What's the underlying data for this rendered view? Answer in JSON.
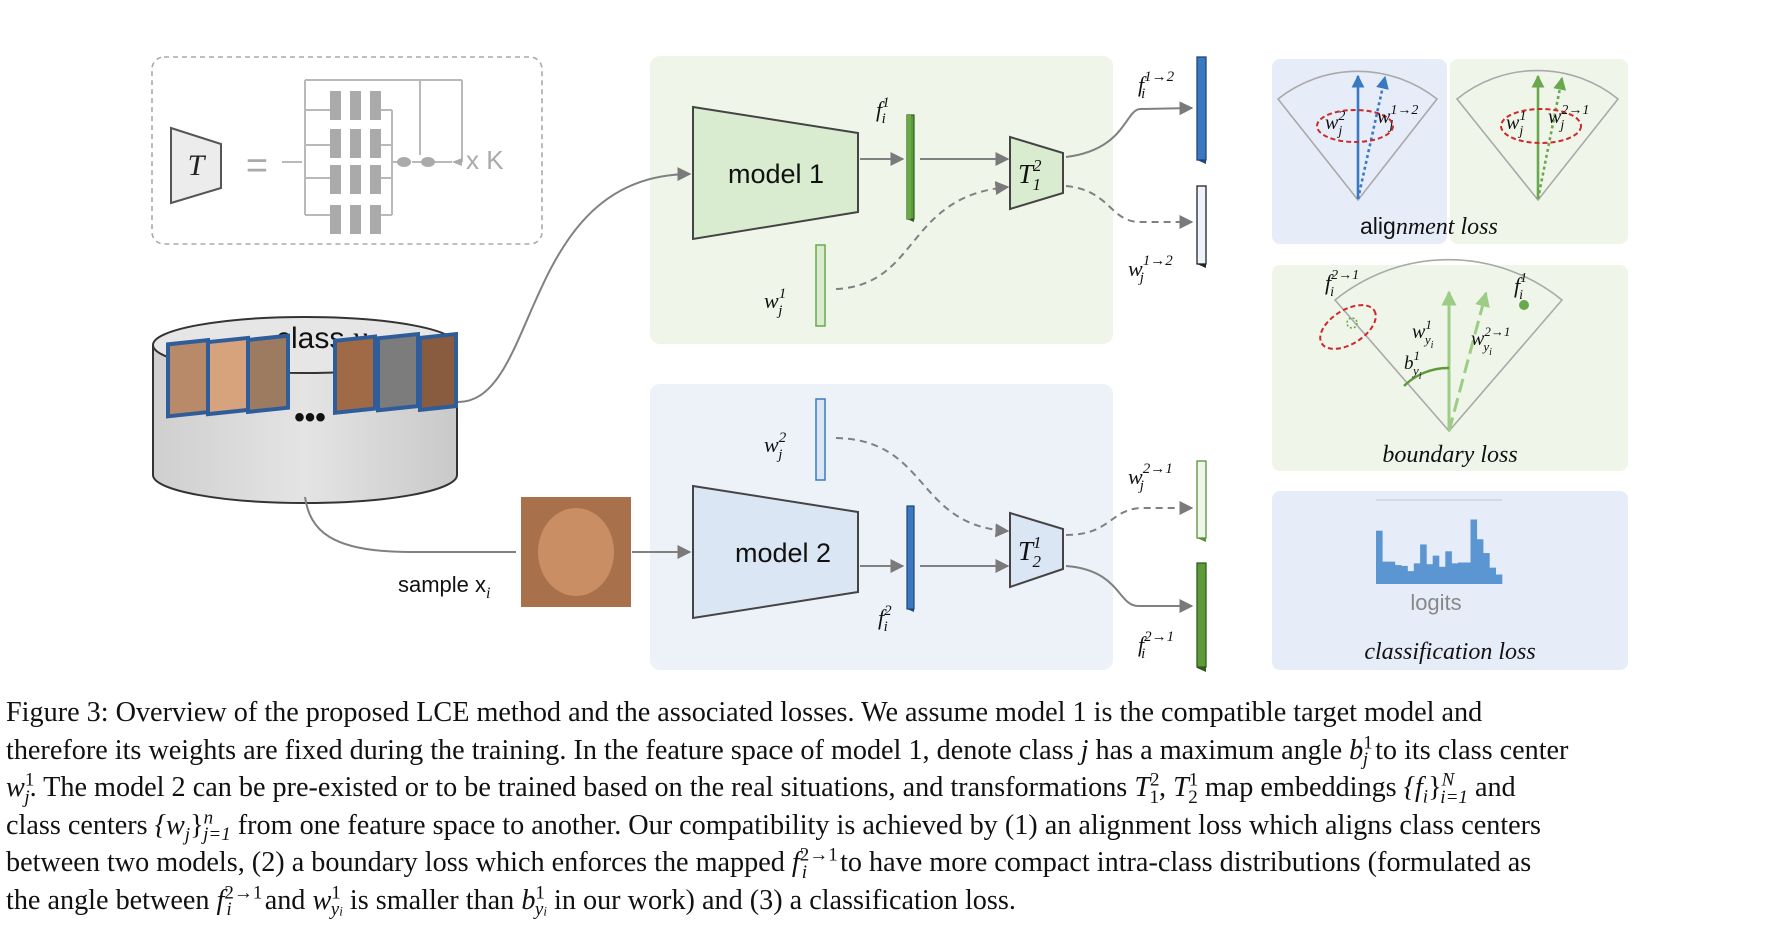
{
  "figure": {
    "legend_box": {
      "symbol": "T",
      "equals": "=",
      "repeat": "x K"
    },
    "dataset": {
      "label_prefix": "class ",
      "label_var": "y",
      "label_sub": "i",
      "ellipsis": "•••"
    },
    "sample": {
      "label_prefix": "sample x",
      "label_sub": "i"
    },
    "model1": {
      "label": "model 1",
      "feature": "f",
      "feature_sub": "i",
      "feature_sup": "1",
      "weight": "w",
      "weight_sub": "j",
      "weight_sup": "1",
      "transform": "T",
      "transform_sub": "1",
      "transform_sup": "2"
    },
    "model2": {
      "label": "model 2",
      "feature": "f",
      "feature_sub": "i",
      "feature_sup": "2",
      "weight": "w",
      "weight_sub": "j",
      "weight_sup": "2",
      "transform": "T",
      "transform_sub": "2",
      "transform_sup": "1"
    },
    "outputs": {
      "f12": {
        "base": "f",
        "sub": "i",
        "sup": "1→2"
      },
      "w12": {
        "base": "w",
        "sub": "j",
        "sup": "1→2"
      },
      "w21": {
        "base": "w",
        "sub": "j",
        "sup": "2→1"
      },
      "f21": {
        "base": "f",
        "sub": "i",
        "sup": "2→1"
      }
    },
    "alignment_panel": {
      "left_a": {
        "base": "w",
        "sub": "j",
        "sup": "2"
      },
      "left_b": {
        "base": "w",
        "sub": "j",
        "sup": "1→2"
      },
      "right_a": {
        "base": "w",
        "sub": "j",
        "sup": "1"
      },
      "right_b": {
        "base": "w",
        "sub": "j",
        "sup": "2→1"
      },
      "caption_a": "alig",
      "caption_b": "nment loss"
    },
    "boundary_panel": {
      "f21": {
        "base": "f",
        "sub": "i",
        "sup": "2→1"
      },
      "f1": {
        "base": "f",
        "sub": "i",
        "sup": "1"
      },
      "wy1": {
        "base": "w",
        "sub": "y",
        "subsub": "i",
        "sup": "1"
      },
      "wy21": {
        "base": "w",
        "sub": "y",
        "subsub": "i",
        "sup": "2→1"
      },
      "by1": {
        "base": "b",
        "sub": "y",
        "subsub": "i",
        "sup": "1"
      },
      "caption": "boundary  loss"
    },
    "classification_panel": {
      "logits_label": "logits",
      "caption": "classification  loss",
      "bar_heights": [
        0.62,
        0.26,
        0.26,
        0.22,
        0.21,
        0.15,
        0.24,
        0.46,
        0.23,
        0.33,
        0.2,
        0.38,
        0.24,
        0.25,
        0.25,
        0.75,
        0.52,
        0.36,
        0.19,
        0.11
      ]
    },
    "colors": {
      "green_panel": "#f0f5ea",
      "blue_panel": "#edf1f8",
      "green_bar": "#5f9a3a",
      "blue_bar": "#3b78c2",
      "light_green": "#daecd0",
      "light_blue": "#dbe6f4",
      "gray": "#888888",
      "red_dash": "#cc2a2a"
    }
  },
  "caption": {
    "l1": "Figure 3: Overview of the proposed LCE method and the associated losses.  We assume model 1 is the compatible target model and",
    "l2a": "therefore its weights are fixed during the training. In the feature space of model 1, denote class ",
    "l2_j": "j",
    "l2b": " has a maximum angle ",
    "l2_b": "b",
    "l2_bsup": "1",
    "l2_bsub": "j",
    "l2c": " to its class center",
    "l3_w": "w",
    "l3_wsup": "1",
    "l3_wsub": "j",
    "l3a": ". The model 2 can be pre-existed or to be trained based on the real situations, and transformations ",
    "l3_t1": "T",
    "l3_t1sup": "2",
    "l3_t1sub": "1",
    "l3_comma": ", ",
    "l3_t2": "T",
    "l3_t2sup": "1",
    "l3_t2sub": "2",
    "l3b": " map embeddings ",
    "l3_set": "{f",
    "l3_setsub": "i",
    "l3_setend": "}",
    "l3_setsup": "N",
    "l3_setsub2": "i=1",
    "l3c": " and",
    "l4a": "class centers ",
    "l4_set": "{w",
    "l4_setsub": "j",
    "l4_setend": "}",
    "l4_setsup": "n",
    "l4_setsub2": "j=1",
    "l4b": " from one feature space to another. Our compatibility is achieved by (1) an alignment loss which aligns class centers",
    "l5a": "between two models, (2) a boundary loss which enforces the mapped ",
    "l5_f": "f",
    "l5_fsup": "2→1",
    "l5_fsub": "i",
    "l5b": " to have more compact intra-class distributions (formulated as",
    "l6a": "the angle between ",
    "l6_f": "f",
    "l6_fsup": "2→1",
    "l6_fsub": "i",
    "l6b": " and ",
    "l6_w": "w",
    "l6_wsup": "1",
    "l6_wsub": "y",
    "l6_wsubsub": "i",
    "l6c": " is smaller than ",
    "l6_b": "b",
    "l6_bsup": "1",
    "l6_bsub": "y",
    "l6_bsubsub": "i",
    "l6d": " in our work) and (3) a classification loss."
  }
}
